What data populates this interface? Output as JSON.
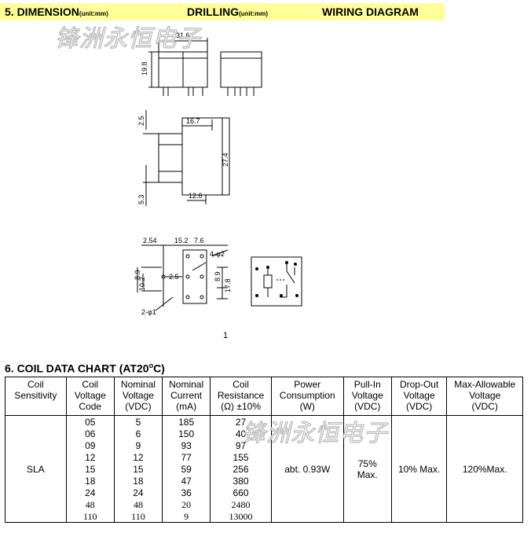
{
  "section5": {
    "dimension": "5. DIMENSION",
    "dimension_unit": "(unit:mm)",
    "drilling": "DRILLING",
    "drilling_unit": "(unit:mm)",
    "wiring": "WIRING DIAGRAM",
    "bar_color": "#ffff99"
  },
  "watermark": "锋洲永恒电子",
  "dims": {
    "width": "31.6",
    "height": "19.8",
    "d1": "2.5",
    "d2": "16.7",
    "d3": "27.4",
    "d4": "5.3",
    "d5": "12.6",
    "d6": "2.54",
    "d7": "15.2",
    "d8": "7.6",
    "d9": "4-φ2",
    "d10": "8.9",
    "d11": "10.2",
    "d12": "2.5",
    "d13": "8.9",
    "d14": "17.8",
    "d15": "2-φ1",
    "page_mark": "1"
  },
  "section6": {
    "title": "6. COIL DATA CHART (AT20",
    "deg": "o",
    "title_end": "C)"
  },
  "table": {
    "headers": [
      [
        "Coil",
        "Sensitivity"
      ],
      [
        "Coil",
        "Voltage",
        "Code"
      ],
      [
        "Nominal",
        "Voltage",
        "(VDC)"
      ],
      [
        "Nominal",
        "Current",
        "(mA)"
      ],
      [
        "Coil",
        "Resistance",
        "(Ω) ±10%"
      ],
      [
        "Power",
        "Consumption",
        "(W)"
      ],
      [
        "Pull-In",
        "Voltage",
        "(VDC)"
      ],
      [
        "Drop-Out",
        "Voltage",
        "(VDC)"
      ],
      [
        "Max-Allowable",
        "Voltage",
        "(VDC)"
      ]
    ],
    "sensitivity": "SLA",
    "rows": [
      [
        "05",
        "5",
        "185",
        "27"
      ],
      [
        "06",
        "6",
        "150",
        "40"
      ],
      [
        "09",
        "9",
        "93",
        "97"
      ],
      [
        "12",
        "12",
        "77",
        "155"
      ],
      [
        "15",
        "15",
        "59",
        "256"
      ],
      [
        "18",
        "18",
        "47",
        "380"
      ],
      [
        "24",
        "24",
        "36",
        "660"
      ],
      [
        "48",
        "48",
        "20",
        "2480"
      ],
      [
        "110",
        "110",
        "9",
        "13000"
      ]
    ],
    "power": "abt. 0.93W",
    "pull_in": [
      "75%",
      "Max."
    ],
    "drop_out": "10% Max.",
    "max_allow": "120%Max."
  }
}
